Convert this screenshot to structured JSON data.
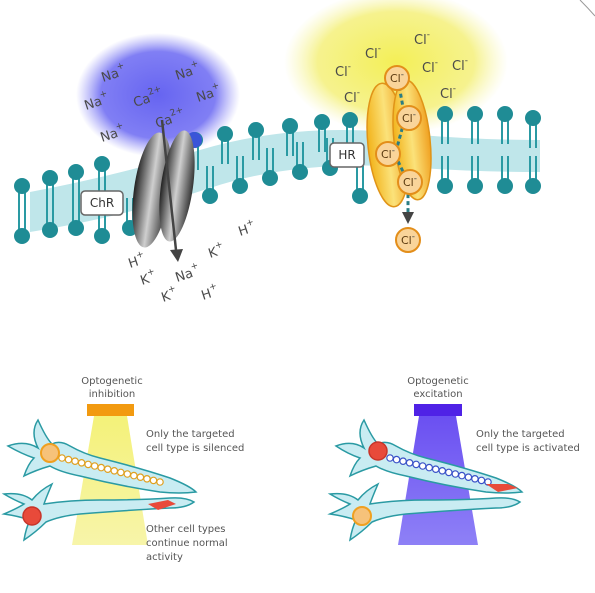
{
  "membrane": {
    "channel_labels": {
      "chr": "ChR",
      "hr": "HR"
    },
    "ions_top_left": [
      "Na+",
      "Ca2+",
      "Na+",
      "Na+",
      "Na+",
      "Ca2+",
      "Na+"
    ],
    "ions_bottom_left": [
      "H+",
      "K+",
      "Na+",
      "K+",
      "K+",
      "H+",
      "H+",
      "K+"
    ],
    "chloride_label": "Cl-",
    "colors": {
      "membrane": "#2a9aa3",
      "lipid_head": "#1f8c95",
      "chr_glow": "#5e5cf0",
      "hr_glow": "#f2ee58",
      "hr_body": "#f0a522"
    }
  },
  "inhibition": {
    "title_line1": "Optogenetic",
    "title_line2": "inhibition",
    "note_line1": "Only the targeted",
    "note_line2": "cell type is silenced",
    "other_line1": "Other cell types",
    "other_line2": "continue normal",
    "other_line3": "activity",
    "light_color": "#f29a10"
  },
  "excitation": {
    "title_line1": "Optogenetic",
    "title_line2": "excitation",
    "note_line1": "Only the targeted",
    "note_line2": "cell type is activated",
    "light_color": "#4f22e6"
  }
}
